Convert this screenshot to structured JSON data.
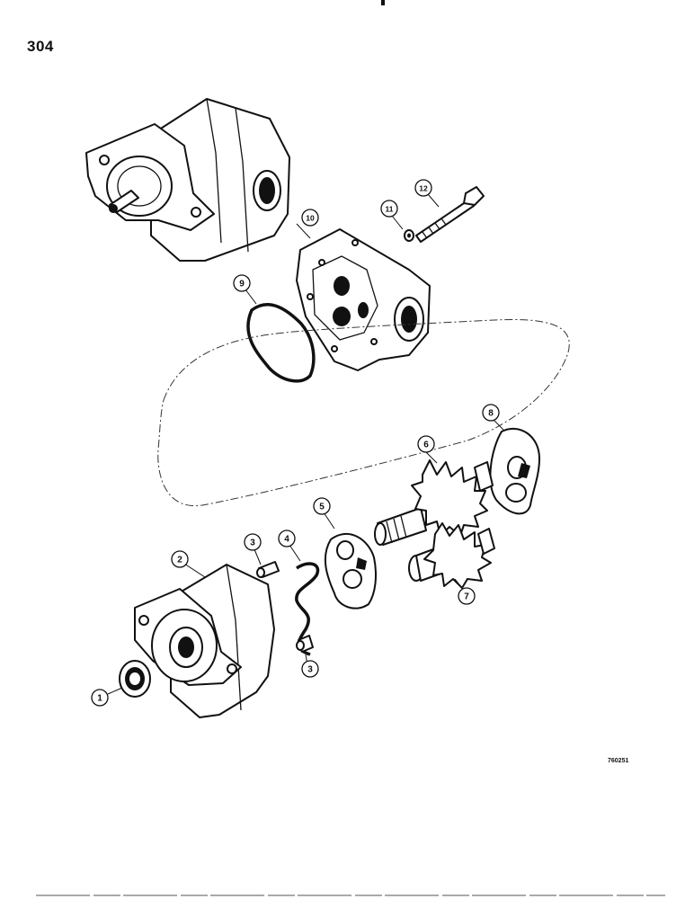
{
  "page": {
    "number": "304",
    "reference_code": "760251"
  },
  "callouts": [
    {
      "id": "1",
      "label": "1"
    },
    {
      "id": "2",
      "label": "2"
    },
    {
      "id": "3a",
      "label": "3"
    },
    {
      "id": "3b",
      "label": "3"
    },
    {
      "id": "4",
      "label": "4"
    },
    {
      "id": "5",
      "label": "5"
    },
    {
      "id": "6",
      "label": "6"
    },
    {
      "id": "7",
      "label": "7"
    },
    {
      "id": "8",
      "label": "8"
    },
    {
      "id": "9",
      "label": "9"
    },
    {
      "id": "10",
      "label": "10"
    },
    {
      "id": "11",
      "label": "11"
    },
    {
      "id": "12",
      "label": "12"
    }
  ],
  "colors": {
    "ink": "#111111",
    "paper": "#ffffff"
  }
}
